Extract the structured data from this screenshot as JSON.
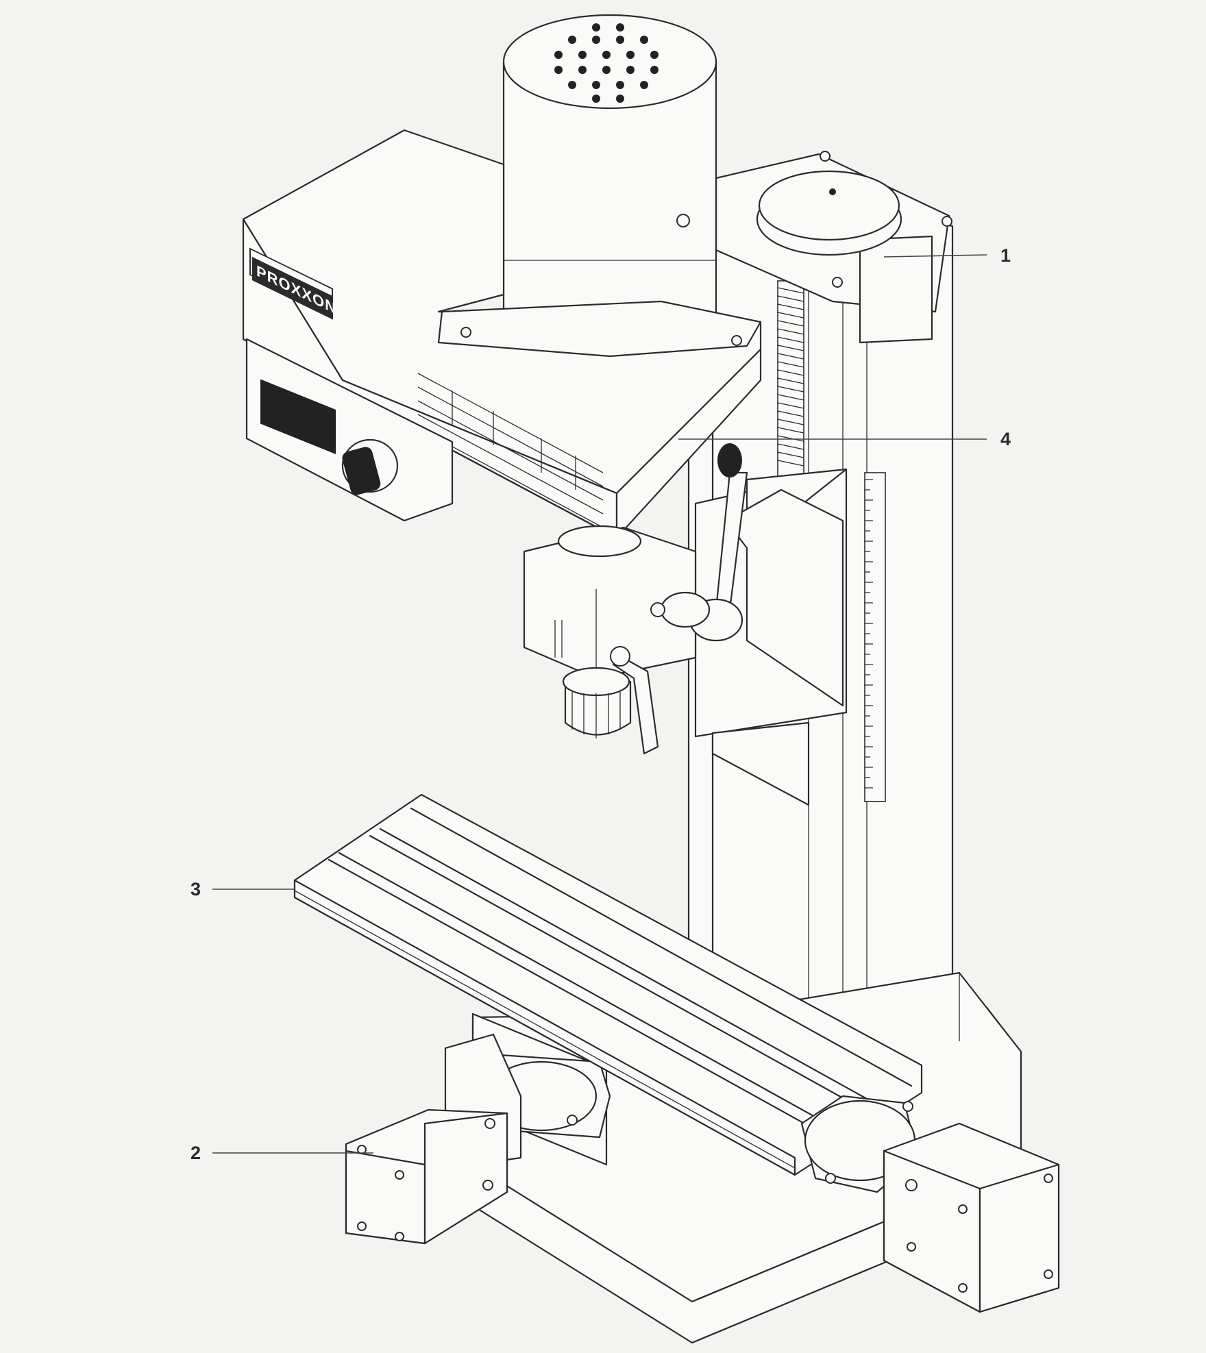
{
  "figure": {
    "brand_plate": "PROXXON",
    "callouts": [
      {
        "id": "1",
        "label": "1"
      },
      {
        "id": "2",
        "label": "2"
      },
      {
        "id": "3",
        "label": "3"
      },
      {
        "id": "4",
        "label": "4"
      }
    ]
  }
}
